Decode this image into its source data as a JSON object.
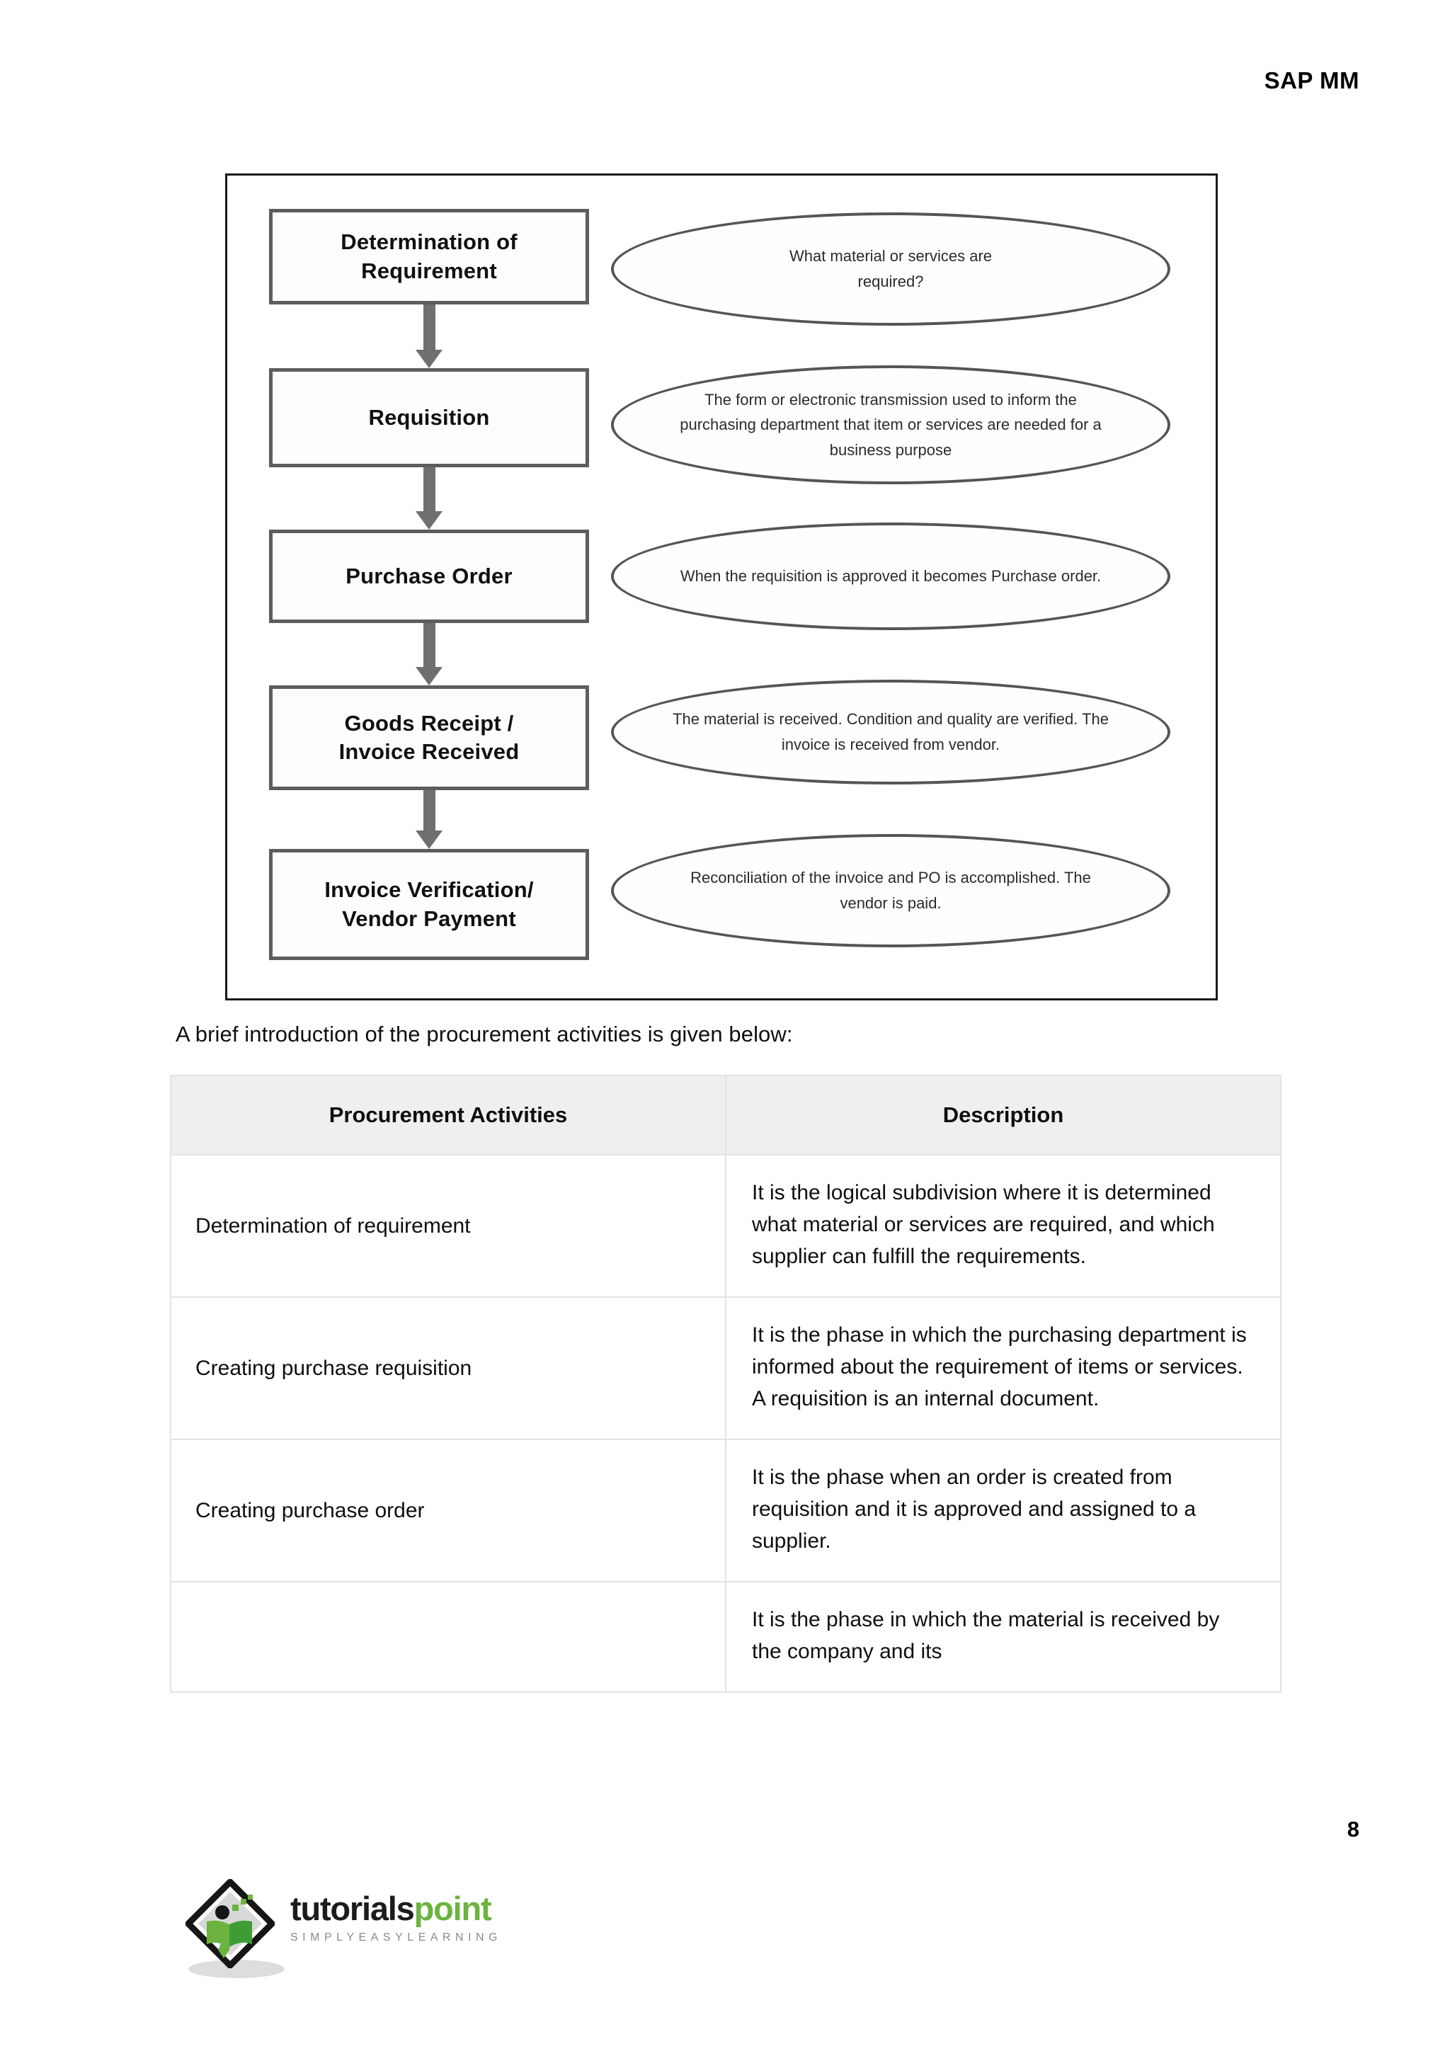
{
  "header": {
    "title": "SAP MM"
  },
  "figure": {
    "steps": [
      {
        "label": "Determination of\nRequirement",
        "note": "What material or services are\nrequired?"
      },
      {
        "label": "Requisition",
        "note": "The form or electronic transmission used to inform the purchasing department that item or services are needed for a business purpose"
      },
      {
        "label": "Purchase Order",
        "note": "When the requisition is approved it becomes Purchase order."
      },
      {
        "label": "Goods Receipt /\nInvoice Received",
        "note": "The material is received. Condition and quality are verified. The invoice is received from vendor."
      },
      {
        "label": "Invoice Verification/\nVendor Payment",
        "note": "Reconciliation of the invoice and PO is accomplished. The vendor is paid."
      }
    ]
  },
  "intro": {
    "text": "A brief introduction of the procurement activities is given below:"
  },
  "table": {
    "columns": [
      "Procurement Activities",
      "Description"
    ],
    "rows": [
      {
        "activity": "Determination of requirement",
        "description": "It is the logical subdivision where it is determined what material or services are required, and which supplier can fulfill the requirements."
      },
      {
        "activity": "Creating purchase requisition",
        "description": "It is the phase in which the purchasing department is informed about the requirement of items or services.  A requisition is an internal document."
      },
      {
        "activity": "Creating purchase order",
        "description": "It is the phase when an order is created from requisition and it is approved and assigned to a supplier."
      },
      {
        "activity": "",
        "description": "It is the phase in which the material is received by the company and its"
      }
    ]
  },
  "footer": {
    "page_number": "8",
    "logo": {
      "name_first": "tutorials",
      "name_second": "point",
      "tagline": "SIMPLYEASYLEARNING"
    }
  }
}
